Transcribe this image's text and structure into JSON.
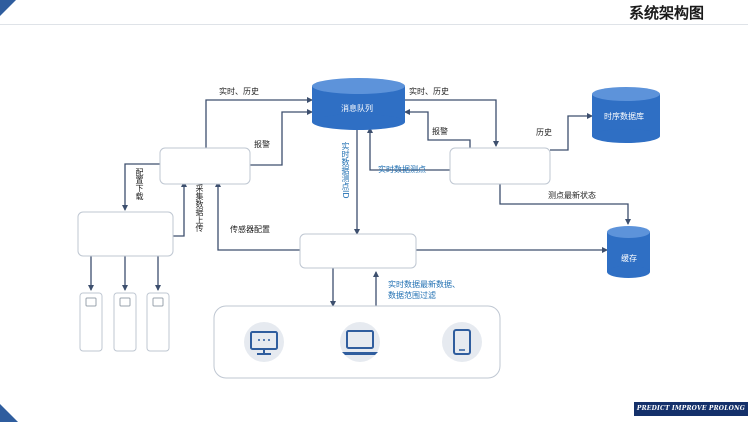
{
  "header": {
    "title": "系统架构图"
  },
  "footer": {
    "brand": "PREDICT IMPROVE PROLONG"
  },
  "nodes": {
    "message_queue": "消息队列",
    "timeseries_db": "时序数据库",
    "cache": "缓存"
  },
  "edges": {
    "realtime_history_left": "实时、历史",
    "realtime_history_right": "实时、历史",
    "alarm_left": "报警",
    "alarm_right": "报警",
    "history": "历史",
    "config_download": "配置下载",
    "collect_upload": "采集数据上传",
    "sensor_config": "传感器配置",
    "realtime_point_id": "实时数据测点ID",
    "realtime_point": "实时数据测点",
    "point_latest_status": "测点最新状态",
    "realtime_latest_line1": "实时数据最新数据、",
    "realtime_latest_line2": "数据范围过滤"
  },
  "clients": {
    "icons": [
      "monitor-icon",
      "laptop-icon",
      "tablet-icon"
    ]
  },
  "colors": {
    "accent": "#2f6fc4",
    "line": "#3d4f6e",
    "title_bar": "#14306a"
  }
}
